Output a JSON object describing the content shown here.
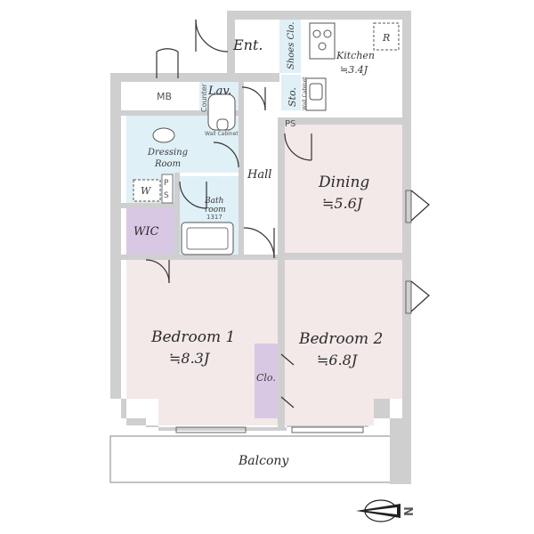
{
  "colors": {
    "bedroom": "#f3e9e9",
    "wet_area": "#dff0f6",
    "storage": "#d8c8e4",
    "floor": "#ffffff",
    "wall": "#cfcfcf",
    "outline": "#333333"
  },
  "rooms": {
    "entrance": "Ent.",
    "shoes_closet": "Shoes Clo.",
    "kitchen": "Kitchen",
    "kitchen_size": "≒3.4J",
    "storage": "Sto.",
    "ps_kitchen": "PS",
    "mb": "MB",
    "lavatory": "Lav.",
    "counter": "Counter",
    "wall_cabinet_1": "Wall Cabinet",
    "wall_cabinet_2": "Wall Cabinet",
    "dressing_line1": "Dressing",
    "dressing_line2": "Room",
    "washer": "W",
    "ps_p": "P",
    "ps_s": "S",
    "bath_line1": "Bath",
    "bath_line2": "room",
    "bath_code": "1317",
    "hall": "Hall",
    "dining": "Dining",
    "dining_size": "≒5.6J",
    "wic": "WIC",
    "bedroom1": "Bedroom 1",
    "bedroom1_size": "≒8.3J",
    "bedroom2": "Bedroom 2",
    "bedroom2_size": "≒6.8J",
    "closet": "Clo.",
    "balcony": "Balcony",
    "fridge": "R"
  },
  "compass": {
    "label": "N"
  }
}
